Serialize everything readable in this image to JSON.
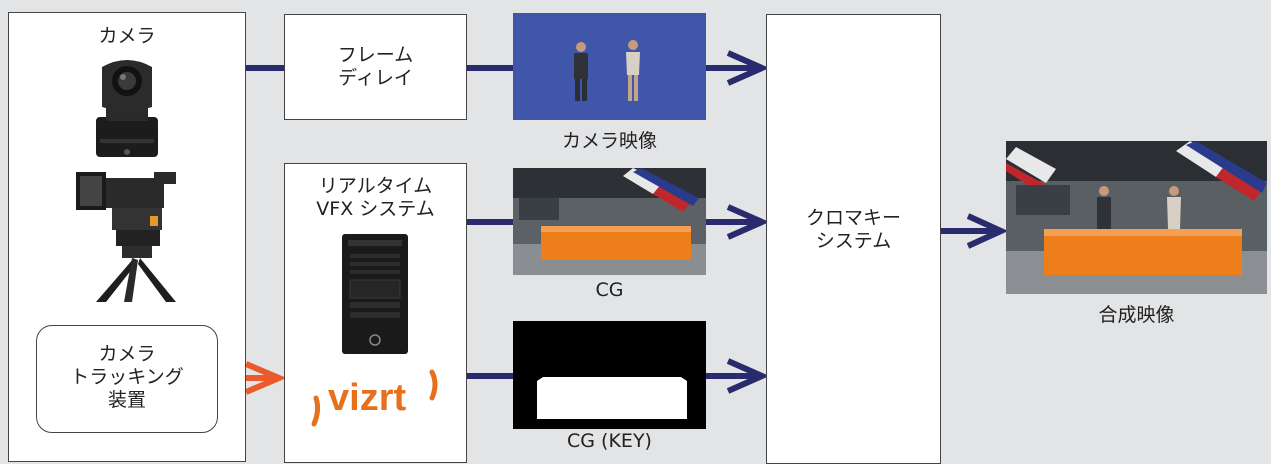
{
  "camera_box": {
    "title": "カメラ"
  },
  "tracking": {
    "label": "カメラ\nトラッキング\n装置"
  },
  "delay": {
    "label": "フレーム\nディレイ"
  },
  "vfx": {
    "label": "リアルタイム\nVFX システム",
    "logo": "vizrt"
  },
  "chroma": {
    "label": "クロマキー\nシステム"
  },
  "images": {
    "camera_feed": "カメラ映像",
    "cg": "CG",
    "cg_key": "CG (KEY)",
    "composite": "合成映像"
  },
  "colors": {
    "line": "#2a2a6e",
    "tracking_arrow": "#ec5a2a",
    "bluescreen": "#3d54a8",
    "desk_orange": "#ee7e1a"
  }
}
